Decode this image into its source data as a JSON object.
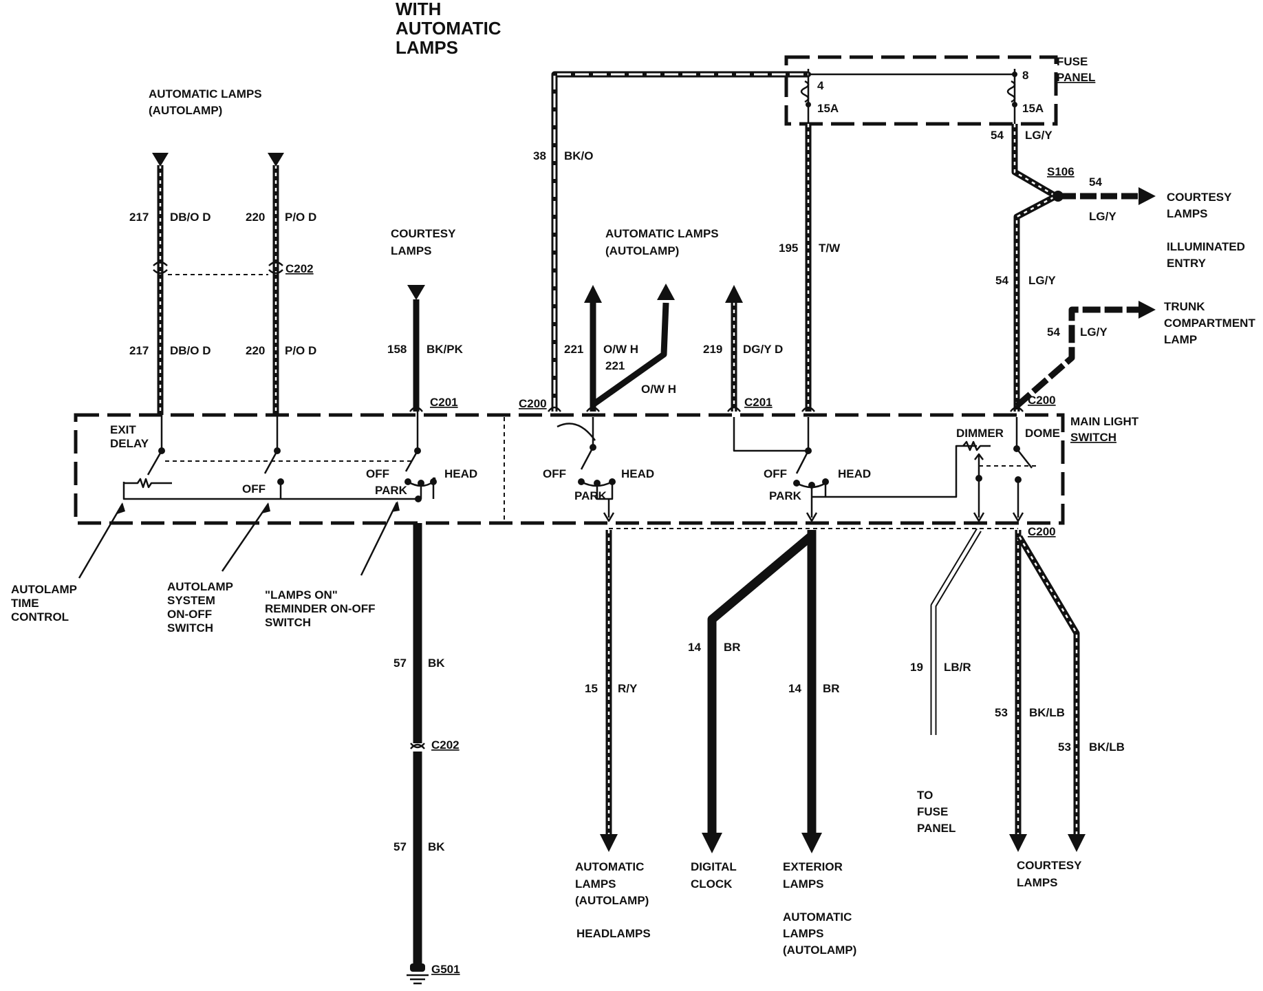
{
  "title": [
    "WITH",
    "AUTOMATIC",
    "LAMPS"
  ],
  "fuse_panel": {
    "label": [
      "FUSE",
      "PANEL"
    ],
    "fuse_a": {
      "number": "4",
      "rating": "15A"
    },
    "fuse_b": {
      "number": "8",
      "rating": "15A"
    }
  },
  "switch_label": [
    "MAIN LIGHT",
    "SWITCH"
  ],
  "connectors": {
    "c202_top": "C202",
    "c201_left": "C201",
    "c200_left": "C200",
    "c201_right": "C201",
    "c200_right": "C200",
    "c200_bottom": "C200",
    "c202_bottom": "C202",
    "s106": "S106",
    "g501": "G501"
  },
  "wires": {
    "w217_top": [
      "217",
      "DB/O D"
    ],
    "w220_top": [
      "220",
      "P/O D"
    ],
    "w217_bot": [
      "217",
      "DB/O D"
    ],
    "w220_bot": [
      "220",
      "P/O D"
    ],
    "w158": [
      "158",
      "BK/PK"
    ],
    "w38": [
      "38",
      "BK/O"
    ],
    "w221a": [
      "221",
      "O/W H"
    ],
    "w221b_num": "221",
    "w221b_col": "O/W H",
    "w219": [
      "219",
      "DG/Y D"
    ],
    "w195": [
      "195",
      "T/W"
    ],
    "w54_top": [
      "54",
      "LG/Y"
    ],
    "w54_right_num": "54",
    "w54_right_col": "LG/Y",
    "w54_mid": [
      "54",
      "LG/Y"
    ],
    "w54_trunk": [
      "54",
      "LG/Y"
    ],
    "w57_a": [
      "57",
      "BK"
    ],
    "w57_b": [
      "57",
      "BK"
    ],
    "w15": [
      "15",
      "R/Y"
    ],
    "w14_a": [
      "14",
      "BR"
    ],
    "w14_b": [
      "14",
      "BR"
    ],
    "w19": [
      "19",
      "LB/R"
    ],
    "w53_a": [
      "53",
      "BK/LB"
    ],
    "w53_b": [
      "53",
      "BK/LB"
    ]
  },
  "switch_terms": {
    "exit_delay": [
      "EXIT",
      "DELAY"
    ],
    "off_left": "OFF",
    "off_1": "OFF",
    "head_1": "HEAD",
    "park_1": "PARK",
    "off_2": "OFF",
    "head_2": "HEAD",
    "park_2": "PARK",
    "off_3": "OFF",
    "head_3": "HEAD",
    "park_3": "PARK",
    "dimmer": "DIMMER",
    "dome": "DOME"
  },
  "labels": {
    "auto_lamps_top_left": [
      "AUTOMATIC LAMPS",
      "(AUTOLAMP)"
    ],
    "courtesy_top": [
      "COURTESY",
      "LAMPS"
    ],
    "auto_lamps_top_mid": [
      "AUTOMATIC LAMPS",
      "(AUTOLAMP)"
    ],
    "courtesy_right": [
      "COURTESY",
      "LAMPS"
    ],
    "illuminated_entry": [
      "ILLUMINATED",
      "ENTRY"
    ],
    "trunk": [
      "TRUNK",
      "COMPARTMENT",
      "LAMP"
    ],
    "autolamp_time": [
      "AUTOLAMP",
      "TIME",
      "CONTROL"
    ],
    "autolamp_system": [
      "AUTOLAMP",
      "SYSTEM",
      "ON-OFF",
      "SWITCH"
    ],
    "lamps_on": [
      "\"LAMPS ON\"",
      "REMINDER ON-OFF",
      "SWITCH"
    ],
    "auto_lamps_bottom": [
      "AUTOMATIC",
      "LAMPS",
      "(AUTOLAMP)"
    ],
    "headlamps": "HEADLAMPS",
    "digital_clock": [
      "DIGITAL",
      "CLOCK"
    ],
    "exterior_lamps": [
      "EXTERIOR",
      "LAMPS"
    ],
    "auto_lamps_bottom2": [
      "AUTOMATIC",
      "LAMPS",
      "(AUTOLAMP)"
    ],
    "to_fuse_panel": [
      "TO",
      "FUSE",
      "PANEL"
    ],
    "courtesy_bottom": [
      "COURTESY",
      "LAMPS"
    ]
  }
}
